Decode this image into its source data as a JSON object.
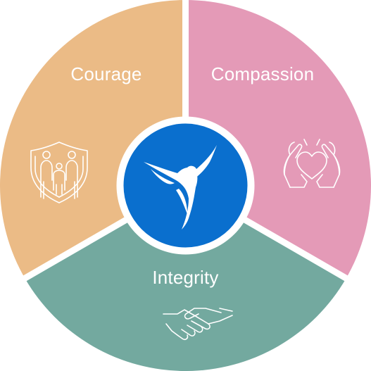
{
  "segments": [
    {
      "id": "courage",
      "label": "Courage",
      "color": "#ebbb86",
      "icon": "family-shield-icon"
    },
    {
      "id": "compassion",
      "label": "Compassion",
      "color": "#e49ab7",
      "icon": "heart-hands-icon"
    },
    {
      "id": "integrity",
      "label": "Integrity",
      "color": "#73a99f",
      "icon": "handshake-icon"
    }
  ],
  "center": {
    "color": "#0a6fce",
    "icon": "dove-logo-icon"
  },
  "divider_color": "#ffffff"
}
